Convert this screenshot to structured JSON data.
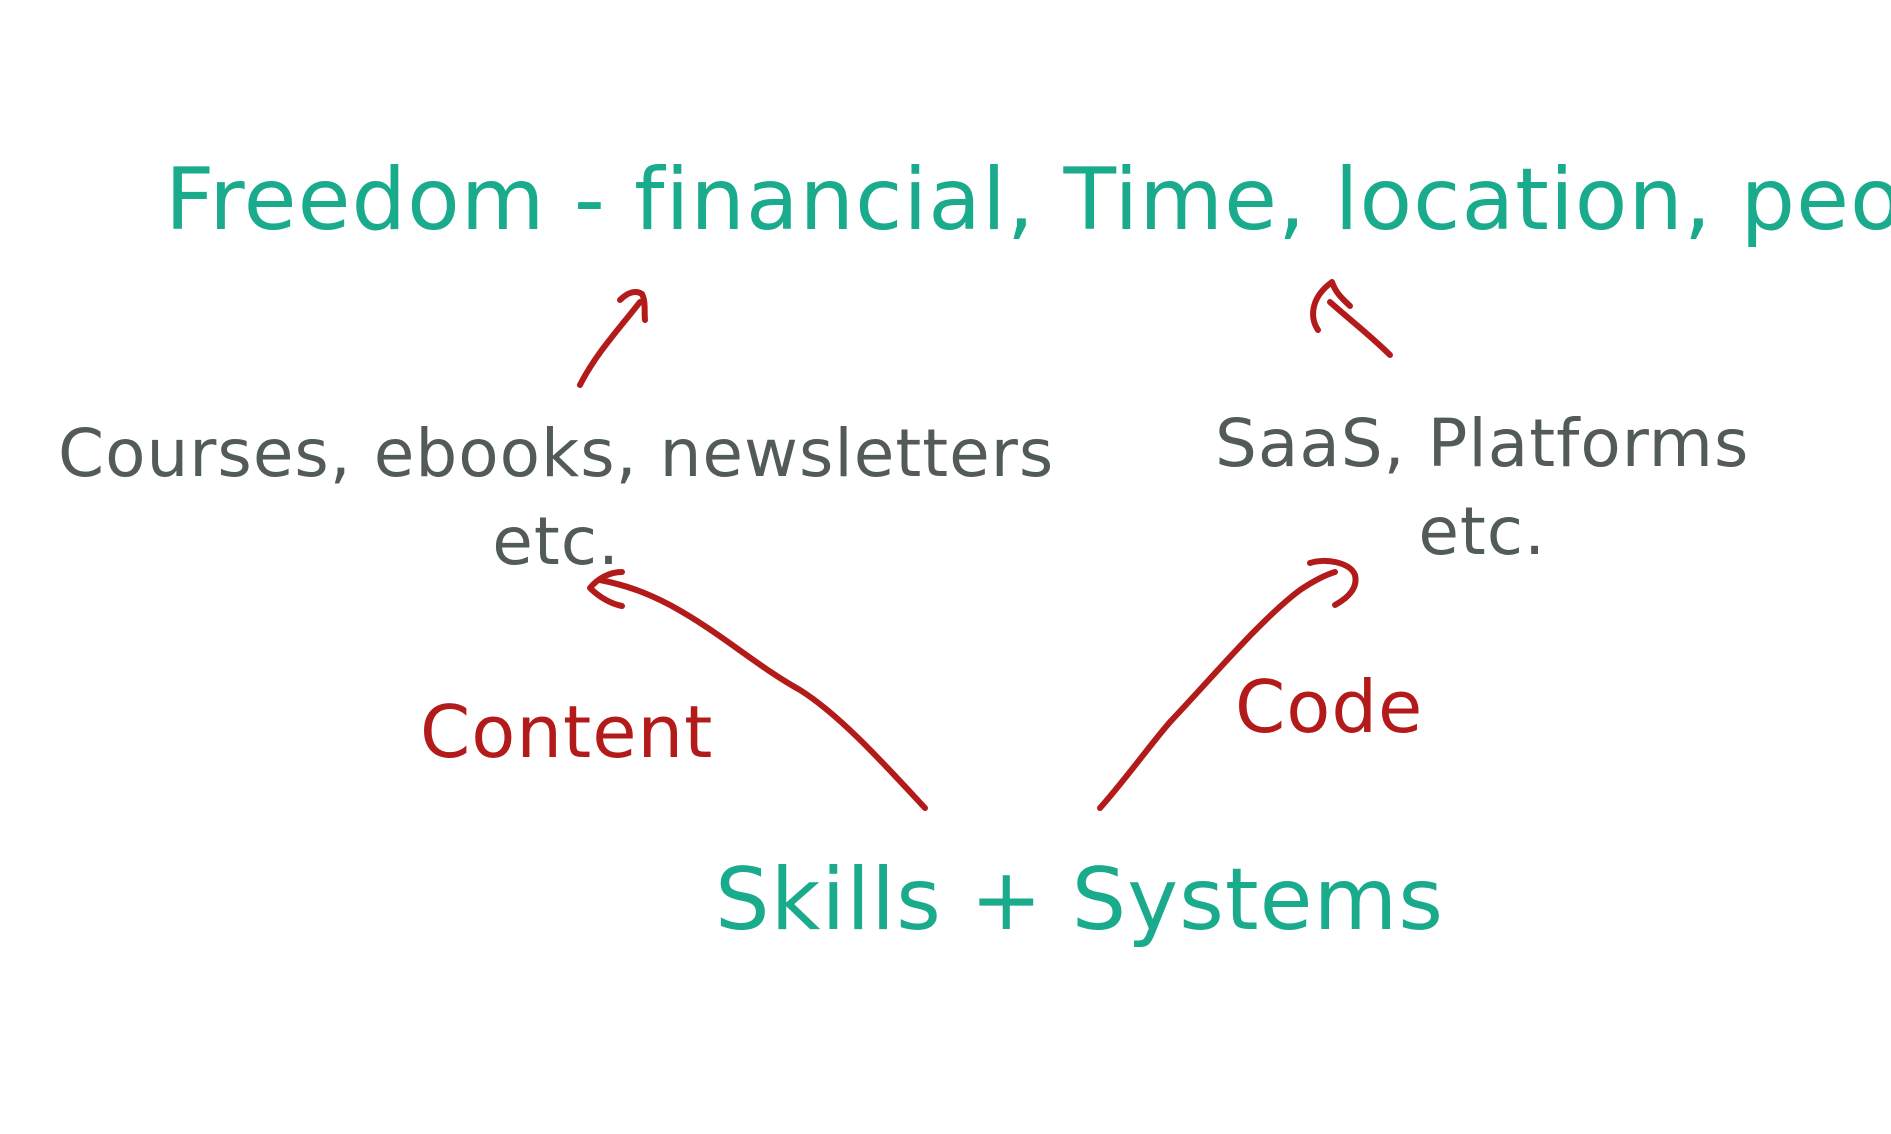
{
  "diagram": {
    "goal": "Freedom - financial, Time, location, people",
    "left_product": {
      "line1": "Courses, ebooks, newsletters",
      "line2": "etc."
    },
    "right_product": {
      "line1": "SaaS, Platforms",
      "line2": "etc."
    },
    "left_path_label": "Content",
    "right_path_label": "Code",
    "base": "Skills + Systems"
  },
  "colors": {
    "goal": "#1aaa8c",
    "products": "#525a5a",
    "arrows_and_paths": "#b31b1b",
    "base": "#1aaa8c"
  }
}
